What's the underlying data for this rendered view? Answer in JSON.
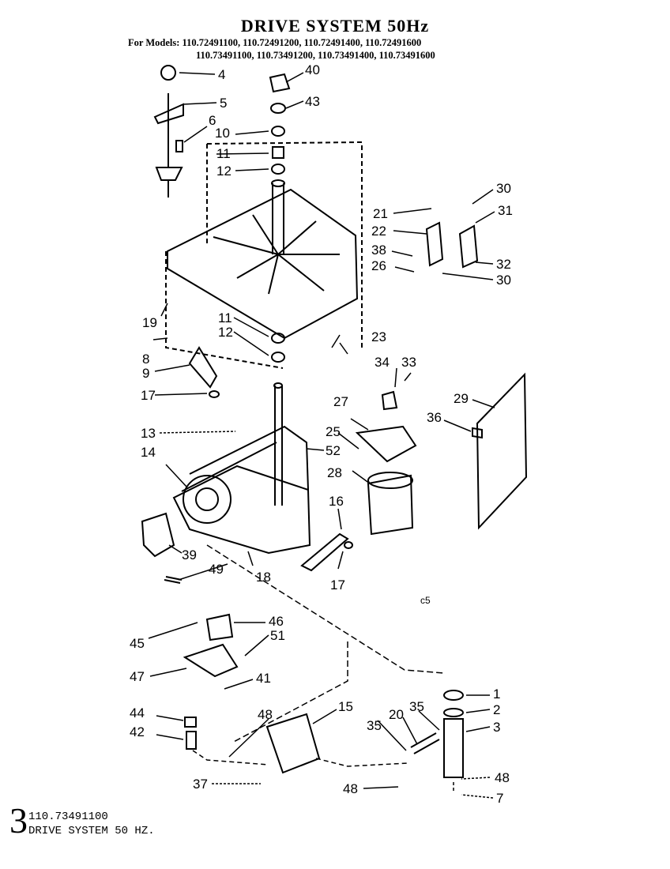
{
  "header": {
    "title": "DRIVE SYSTEM 50Hz",
    "models_line1": "For Models: 110.72491100, 110.72491200, 110.72491400, 110.72491600",
    "models_line2": "110.73491100, 110.73491200, 110.73491400, 110.73491600"
  },
  "footer": {
    "prefix": "3",
    "model": "110.73491100",
    "caption": "DRIVE SYSTEM 50 HZ."
  },
  "watermark": "c5",
  "parts": {
    "p1": "1",
    "p2": "2",
    "p3": "3",
    "p4": "4",
    "p5": "5",
    "p6": "6",
    "p7": "7",
    "p8": "8",
    "p9": "9",
    "p10": "10",
    "p11a": "11",
    "p11b": "11",
    "p12a": "12",
    "p12b": "12",
    "p13": "13",
    "p14": "14",
    "p15": "15",
    "p16": "16",
    "p17a": "17",
    "p17b": "17",
    "p18": "18",
    "p19": "19",
    "p20": "20",
    "p21": "21",
    "p22": "22",
    "p23": "23",
    "p25": "25",
    "p26": "26",
    "p27": "27",
    "p28": "28",
    "p29": "29",
    "p30a": "30",
    "p30b": "30",
    "p31": "31",
    "p32": "32",
    "p33": "33",
    "p34": "34",
    "p35a": "35",
    "p35b": "35",
    "p36": "36",
    "p37": "37",
    "p38": "38",
    "p39": "39",
    "p40": "40",
    "p41": "41",
    "p42": "42",
    "p43": "43",
    "p44": "44",
    "p45": "45",
    "p46": "46",
    "p47": "47",
    "p48a": "48",
    "p48b": "48",
    "p48c": "48",
    "p49": "49",
    "p51": "51",
    "p52": "52"
  }
}
